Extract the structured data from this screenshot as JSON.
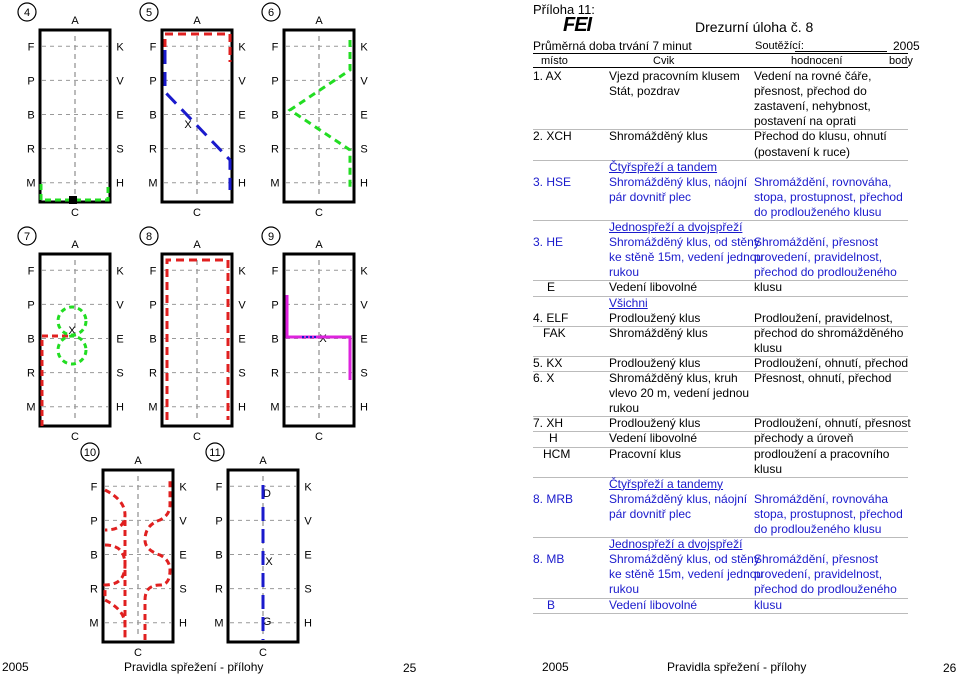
{
  "header": {
    "attachment": "Příloha  11:",
    "logo_text": "FEI",
    "title": "Drezurní úloha č. 8",
    "duration": "Průměrná doba trvání 7 minut",
    "competitor_label": "Soutěžící:",
    "year": "2005"
  },
  "table_header": {
    "place": "místo",
    "exercise": "Cvik",
    "evaluation": "hodnocení",
    "points": "body"
  },
  "rows": [
    {
      "no": "1. AX",
      "ex": [
        "Vjezd pracovním klusem",
        "Stát, pozdrav"
      ],
      "ev": [
        "Vedení na rovné čáře,",
        "přesnost, přechod do",
        "zastavení, nehybnost,",
        "postavení na oprati"
      ]
    },
    {
      "no": "2. XCH",
      "ex": [
        "Shromážděný klus"
      ],
      "ev": [
        "Přechod do klusu, ohnutí",
        "(postavení k ruce)"
      ]
    },
    {
      "section": "Čtyřspřeží a tandem"
    },
    {
      "no": "3. HSE",
      "blue": true,
      "ex": [
        "Shromážděný klus, náojní",
        "pár dovnitř plec"
      ],
      "ev": [
        "Shromáždění, rovnováha,",
        "stopa, prostupnost, přechod",
        "do prodlouženého klusu"
      ]
    },
    {
      "section": "Jednospřeží a dvojspřeží"
    },
    {
      "no": "3. HE",
      "blue": true,
      "ex": [
        "Shromážděný klus, od stěny",
        "ke stěně 15m, vedení jednou",
        "rukou"
      ],
      "ev": [
        "Shromáždění, přesnost",
        "provedení, pravidelnost,",
        "přechod do prodlouženého"
      ]
    },
    {
      "no": "E",
      "ex": [
        "Vedení libovolné"
      ],
      "ev": [
        "klusu"
      ]
    },
    {
      "section": "Všichni"
    },
    {
      "no": "4. ELF",
      "ex": [
        "Prodloužený klus"
      ],
      "ev": [
        "Prodloužení, pravidelnost,"
      ]
    },
    {
      "no": "FAK",
      "ex": [
        "Shromážděný klus"
      ],
      "ev": [
        "přechod do shromážděného",
        "klusu"
      ]
    },
    {
      "no": "5. KX",
      "ex": [
        "Prodloužený klus"
      ],
      "ev": [
        "Prodloužení, ohnutí,  přechod"
      ]
    },
    {
      "no": "6. X",
      "ex": [
        "Shromážděný klus, kruh",
        "vlevo 20 m, vedení jednou",
        "rukou"
      ],
      "ev": [
        "Přesnost, ohnutí, přechod"
      ]
    },
    {
      "no": "7. XH",
      "ex": [
        "Prodloužený klus"
      ],
      "ev": [
        "Prodloužení, ohnutí, přesnost"
      ]
    },
    {
      "no": "H",
      "ex": [
        "Vedení libovolné"
      ],
      "ev": [
        "přechody a úroveň"
      ]
    },
    {
      "no": "HCM",
      "ex": [
        "Pracovní klus"
      ],
      "ev": [
        "prodloužení a pracovního",
        "klusu"
      ]
    },
    {
      "section": "Čtyřspřeží a tandemy"
    },
    {
      "no": "8. MRB",
      "blue": true,
      "ex": [
        "Shromážděný klus, náojní",
        "pár dovnitř plec"
      ],
      "ev": [
        "Shromáždění, rovnováha",
        "stopa, prostupnost, přechod",
        "do prodlouženého klusu"
      ]
    },
    {
      "section": "Jednospřeží a dvojspřeží"
    },
    {
      "no": "8. MB",
      "blue": true,
      "ex": [
        "Shromážděný klus, od stěny",
        "ke stěně 15m, vedení jednou",
        "rukou"
      ],
      "ev": [
        "Shromáždění, přesnost",
        "provedení, pravidelnost,",
        "přechod do prodlouženého"
      ]
    },
    {
      "no": "B",
      "blue": true,
      "ex": [
        "Vedení libovolné"
      ],
      "ev": [
        "klusu"
      ]
    }
  ],
  "footer_left": {
    "year": "2005",
    "title": "Pravidla spřežení - přílohy",
    "page": "25"
  },
  "footer_right": {
    "year": "2005",
    "title": "Pravidla spřežení - přílohy",
    "page": "26"
  },
  "arenas": [
    {
      "n": "4",
      "letters": [
        "A",
        "F",
        "K",
        "P",
        "V",
        "B",
        "E",
        "R",
        "S",
        "M",
        "H",
        "C"
      ]
    },
    {
      "n": "5",
      "letters": [
        "A",
        "F",
        "K",
        "P",
        "V",
        "B",
        "E",
        "R",
        "S",
        "M",
        "H",
        "C",
        "X"
      ]
    },
    {
      "n": "6",
      "letters": [
        "A",
        "F",
        "K",
        "P",
        "V",
        "B",
        "E",
        "R",
        "S",
        "M",
        "H",
        "C"
      ]
    },
    {
      "n": "7",
      "letters": [
        "A",
        "F",
        "K",
        "P",
        "V",
        "B",
        "E",
        "R",
        "S",
        "M",
        "H",
        "C",
        "X"
      ]
    },
    {
      "n": "8",
      "letters": [
        "A",
        "F",
        "K",
        "P",
        "V",
        "B",
        "E",
        "R",
        "S",
        "M",
        "H",
        "C"
      ]
    },
    {
      "n": "9",
      "letters": [
        "A",
        "F",
        "K",
        "P",
        "V",
        "B",
        "E",
        "R",
        "S",
        "M",
        "H",
        "C",
        "X"
      ]
    },
    {
      "n": "10",
      "letters": [
        "A",
        "F",
        "K",
        "P",
        "V",
        "B",
        "E",
        "R",
        "S",
        "M",
        "H",
        "C"
      ]
    },
    {
      "n": "11",
      "letters": [
        "A",
        "F",
        "K",
        "P",
        "V",
        "B",
        "E",
        "R",
        "S",
        "M",
        "H",
        "C",
        "D",
        "X",
        "G"
      ]
    }
  ],
  "colors": {
    "red": "#e02020",
    "green": "#22dd22",
    "blue": "#1a1acc",
    "magenta": "#dd22dd"
  }
}
